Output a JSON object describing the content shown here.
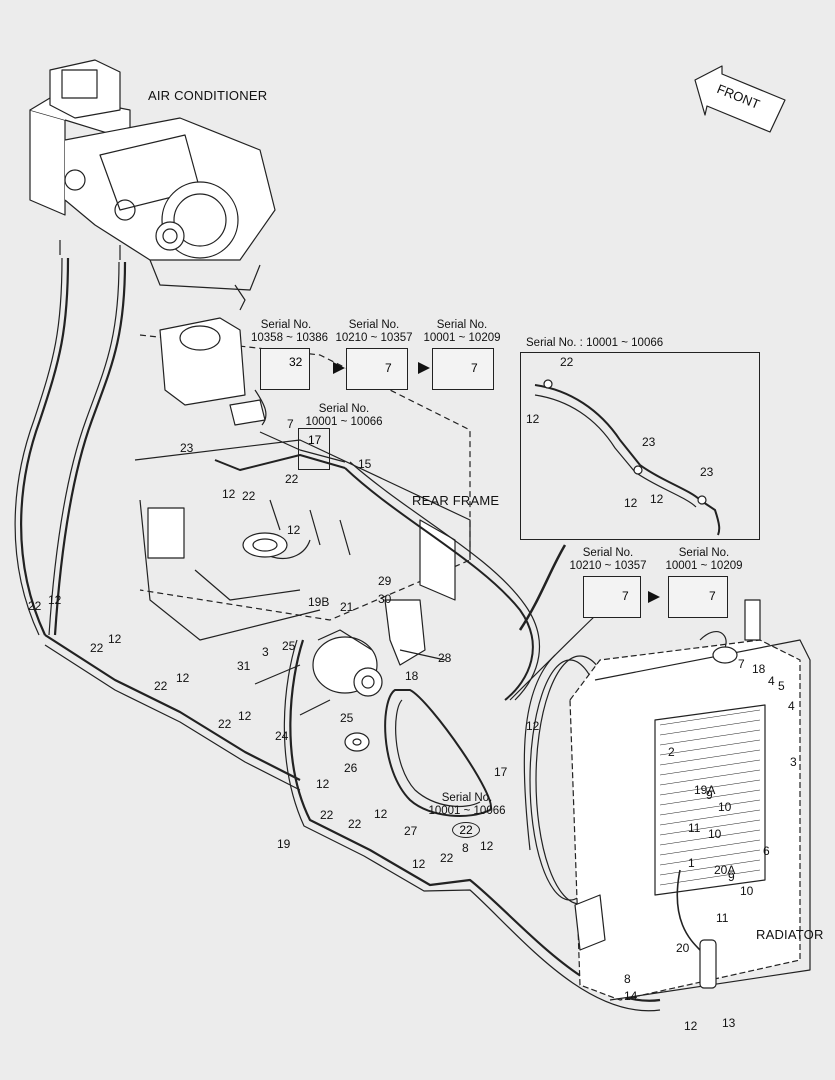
{
  "titles": {
    "air_conditioner": "AIR CONDITIONER",
    "rear_frame": "REAR FRAME",
    "radiator": "RADIATOR",
    "front": "FRONT"
  },
  "serial_boxes": {
    "a": {
      "line1": "Serial No.",
      "line2": "10358 ~ 10386",
      "part": "32"
    },
    "b": {
      "line1": "Serial No.",
      "line2": "10210 ~ 10357",
      "part": "7"
    },
    "c": {
      "line1": "Serial No.",
      "line2": "10001 ~ 10209",
      "part": "7"
    },
    "d": {
      "line1": "Serial No.",
      "line2": "10001 ~ 10066",
      "part": "17"
    },
    "e": {
      "line1": "Serial No.",
      "line2": "10210 ~ 10357",
      "part": "7"
    },
    "f": {
      "line1": "Serial No.",
      "line2": "10001 ~ 10209",
      "part": "7"
    },
    "g": {
      "line1": "Serial No.",
      "line2": "10001 ~ 10066",
      "part": "22",
      "part2": "8"
    },
    "detail": {
      "title": "Serial No. : 10001 ~ 10066"
    }
  },
  "detail_labels": [
    "22",
    "12",
    "23",
    "23",
    "12",
    "12"
  ],
  "callouts": [
    "7",
    "23",
    "12",
    "22",
    "22",
    "12",
    "15",
    "29",
    "30",
    "28",
    "19B",
    "21",
    "3",
    "18",
    "25",
    "31",
    "24",
    "25",
    "26",
    "27",
    "19",
    "12",
    "22",
    "22",
    "12",
    "12",
    "22",
    "12",
    "12",
    "22",
    "12",
    "22",
    "12",
    "22",
    "12",
    "22",
    "12",
    "17",
    "7",
    "18",
    "4",
    "5",
    "4",
    "3",
    "2",
    "19A",
    "9",
    "10",
    "11",
    "10",
    "6",
    "1",
    "20A",
    "9",
    "10",
    "11",
    "20",
    "8",
    "12",
    "13",
    "14",
    "12"
  ]
}
